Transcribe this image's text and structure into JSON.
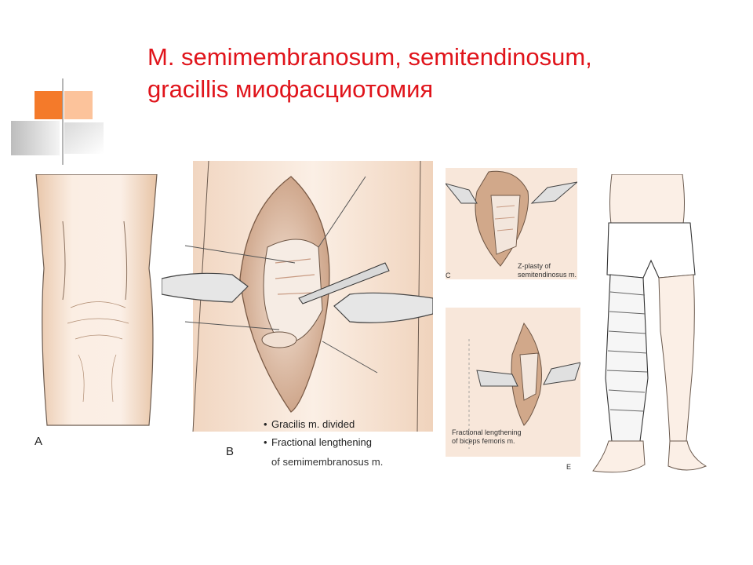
{
  "slide": {
    "title_line1": "M. semimembranosum, semitendinosum,",
    "title_line2": "gracillis миофасциотомия",
    "accent_color": "#e0141b",
    "decor_color": "#f47a2a"
  },
  "figure": {
    "panel_a": {
      "letter": "A"
    },
    "panel_b": {
      "letter": "B",
      "bullets": [
        "Gracilis m. divided",
        "Fractional lengthening",
        "of semimembranosus m."
      ]
    },
    "panel_c": {
      "letter": "C",
      "caption_line1": "Z-plasty of",
      "caption_line2": "semitendinosus m."
    },
    "panel_d": {
      "caption_line1": "Fractional lengthening",
      "caption_line2": "of biceps femoris m."
    },
    "panel_e": {
      "letter": "E"
    }
  }
}
